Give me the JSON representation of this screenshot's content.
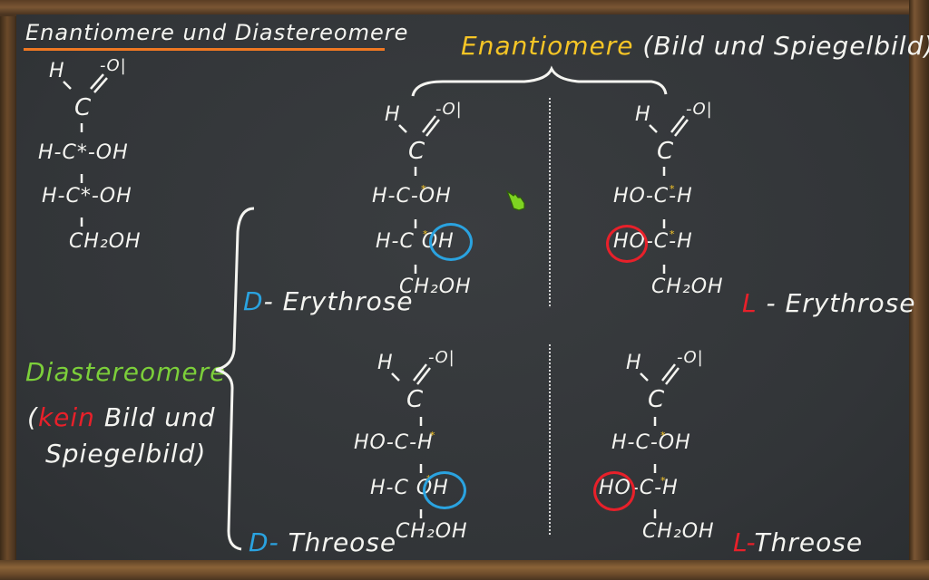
{
  "board": {
    "title": "Enantiomere und Diastereomere",
    "enantiomer_heading": "Enantiomere",
    "enantiomer_sub": "(Bild und Spiegelbild)",
    "diastereomer_heading": "Diastereomere",
    "diastereomer_open": "(",
    "diastereomer_kein": "kein",
    "diastereomer_rest1": "Bild und",
    "diastereomer_rest2": "Spiegelbild)",
    "colors": {
      "board": "#34373a",
      "chalk": "#f4f4f0",
      "underline": "#f07822",
      "enantiomer": "#f6c526",
      "diastereomer": "#7ccf3a",
      "D": "#2aa3e0",
      "L": "#e8202a",
      "stereocenter": "#f6c526"
    }
  },
  "molecules": {
    "generic": {
      "aldehyde_H": "H",
      "aldehyde_O": "-O|",
      "carbonyl_C": "C",
      "row1": "H-C*-OH",
      "row2": "H-C*-OH",
      "bottom": "CH₂OH"
    },
    "d_erythrose": {
      "aldehyde_H": "H",
      "aldehyde_O": "-O|",
      "carbonyl_C": "C",
      "row1_left": "H-C",
      "row1_right": "-OH",
      "row2_left": "H-C",
      "row2_right": "OH",
      "bottom": "CH₂OH",
      "label_prefix": "D",
      "label_name": "- Erythrose"
    },
    "l_erythrose": {
      "aldehyde_H": "H",
      "aldehyde_O": "-O|",
      "carbonyl_C": "C",
      "row1_left": "HO-C",
      "row1_right": "-H",
      "row2_left": "HO",
      "row2_mid": "-C",
      "row2_right": "-H",
      "bottom": "CH₂OH",
      "label_prefix": "L",
      "label_name": "- Erythrose"
    },
    "d_threose": {
      "aldehyde_H": "H",
      "aldehyde_O": "-O|",
      "carbonyl_C": "C",
      "row1_left": "HO-C",
      "row1_right": "-H",
      "row2_left": "H-C",
      "row2_right": "OH",
      "bottom": "CH₂OH",
      "label_prefix": "D",
      "label_sep": "-",
      "label_name": "Threose"
    },
    "l_threose": {
      "aldehyde_H": "H",
      "aldehyde_O": "-O|",
      "carbonyl_C": "C",
      "row1_left": "H-C",
      "row1_right": "-OH",
      "row2_left": "HO",
      "row2_mid": "-C",
      "row2_right": "-H",
      "bottom": "CH₂OH",
      "label_prefix": "L",
      "label_sep": "-",
      "label_name": "Threose"
    }
  },
  "stereocenter_mark": "*",
  "cursor": {
    "icon": "hand-pointer-icon",
    "color": "#7ed321"
  }
}
